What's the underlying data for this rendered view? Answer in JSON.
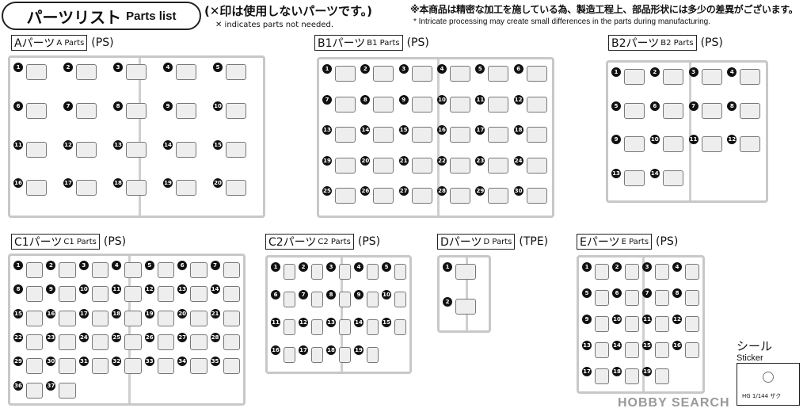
{
  "header": {
    "title_jp": "パーツリスト",
    "title_en": "Parts list",
    "note_jp": "(✕印は使用しないパーツです。)",
    "note_en": "✕ indicates parts not needed.",
    "notice_jp": "※本商品は精密な加工を施している為、製造工程上、部品形状には多少の差異がございます。",
    "notice_en": "* Intricate processing may create small differences in the parts during manufacturing."
  },
  "sections": [
    {
      "id": "A",
      "label_jp": "Aパーツ",
      "label_en": "A Parts",
      "material": "(PS)",
      "parts": [
        1,
        2,
        3,
        4,
        5,
        6,
        7,
        8,
        9,
        10,
        11,
        12,
        13,
        14,
        15,
        16,
        17,
        18,
        19,
        20
      ]
    },
    {
      "id": "B1",
      "label_jp": "B1パーツ",
      "label_en": "B1 Parts",
      "material": "(PS)",
      "parts": [
        1,
        2,
        3,
        4,
        5,
        6,
        7,
        8,
        9,
        10,
        11,
        12,
        13,
        14,
        15,
        16,
        17,
        18,
        19,
        20,
        21,
        22,
        23,
        24,
        25,
        26,
        27,
        28,
        29,
        30
      ]
    },
    {
      "id": "B2",
      "label_jp": "B2パーツ",
      "label_en": "B2 Parts",
      "material": "(PS)",
      "parts": [
        1,
        2,
        3,
        4,
        5,
        6,
        7,
        8,
        9,
        10,
        11,
        12,
        13,
        14
      ]
    },
    {
      "id": "C1",
      "label_jp": "C1パーツ",
      "label_en": "C1 Parts",
      "material": "(PS)",
      "parts": [
        1,
        2,
        3,
        4,
        5,
        6,
        7,
        8,
        9,
        10,
        11,
        12,
        13,
        14,
        15,
        16,
        17,
        18,
        19,
        20,
        21,
        22,
        23,
        24,
        25,
        26,
        27,
        28,
        29,
        30,
        31,
        32,
        33,
        34,
        35,
        36,
        37
      ]
    },
    {
      "id": "C2",
      "label_jp": "C2パーツ",
      "label_en": "C2 Parts",
      "material": "(PS)",
      "parts": [
        1,
        2,
        3,
        4,
        5,
        6,
        7,
        8,
        9,
        10,
        11,
        12,
        13,
        14,
        15,
        16,
        17,
        18,
        19
      ]
    },
    {
      "id": "D",
      "label_jp": "Dパーツ",
      "label_en": "D Parts",
      "material": "(TPE)",
      "parts": [
        1,
        2
      ]
    },
    {
      "id": "E",
      "label_jp": "Eパーツ",
      "label_en": "E Parts",
      "material": "(PS)",
      "parts": [
        1,
        2,
        3,
        4,
        5,
        6,
        7,
        8,
        9,
        10,
        11,
        12,
        13,
        14,
        15,
        16,
        17,
        18,
        19
      ]
    }
  ],
  "sticker": {
    "title_jp": "シール",
    "title_en": "Sticker",
    "label": "HG 1/144 ザク"
  },
  "watermark": "HOBBY SEARCH"
}
